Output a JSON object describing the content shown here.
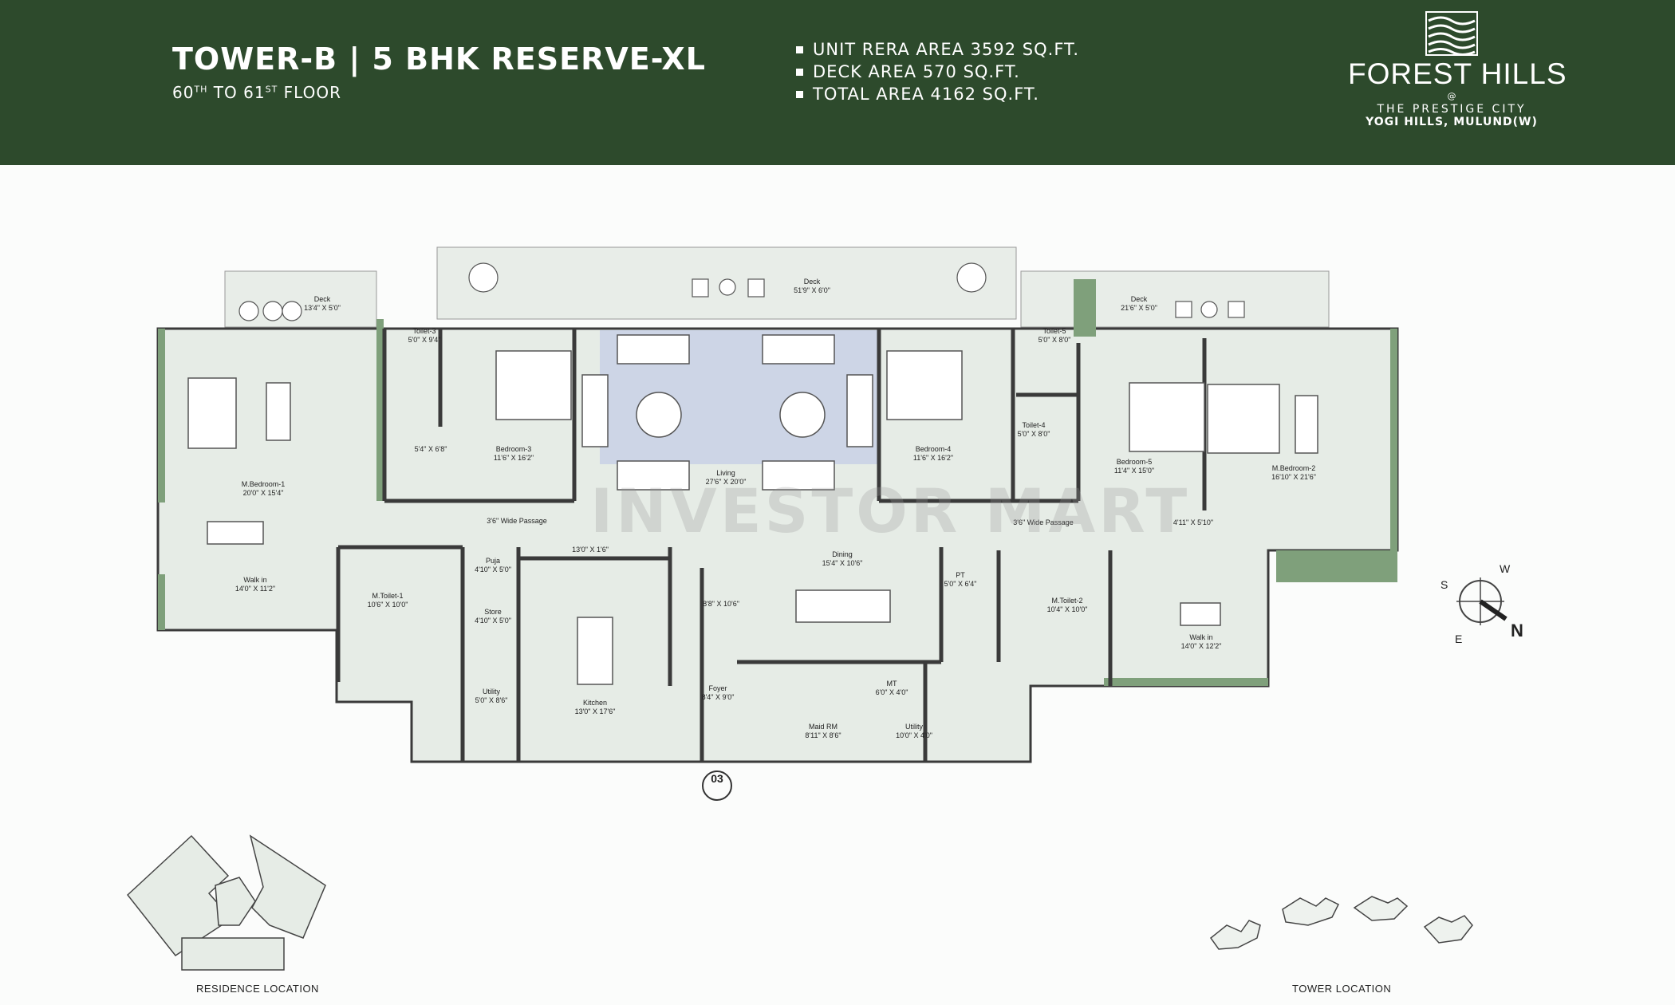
{
  "header": {
    "title": "TOWER-B | 5 BHK RESERVE-XL",
    "floor": {
      "from": "60",
      "from_sup": "TH",
      "to_word": " TO ",
      "to": "61",
      "to_sup": "ST",
      "suffix": " FLOOR"
    },
    "areas": [
      "UNIT RERA AREA 3592 SQ.FT.",
      "DECK AREA  570 SQ.FT.",
      "TOTAL AREA 4162 SQ.FT."
    ]
  },
  "logo": {
    "name": "FOREST HILLS",
    "at": "@",
    "sub": "THE PRESTIGE CITY",
    "location": "YOGI HILLS, MULUND(W)"
  },
  "colors": {
    "header_bg": "#2d4a2c",
    "room_fill": "#e5ebe5",
    "wall": "#3a3a3a",
    "wall_green": "#7fa07b",
    "living_rug": "#c9d2e6"
  },
  "rooms": [
    {
      "id": "deck-left",
      "name": "Deck",
      "dim": "13'4\" X 5'0\""
    },
    {
      "id": "deck-center",
      "name": "Deck",
      "dim": "51'9\" X 6'0\""
    },
    {
      "id": "deck-right",
      "name": "Deck",
      "dim": "21'6\" X 5'0\""
    },
    {
      "id": "toilet-3",
      "name": "Toilet-3",
      "dim": "5'0\" X 9'4\""
    },
    {
      "id": "closet-3",
      "name": "",
      "dim": "5'4\" X 6'8\""
    },
    {
      "id": "bedroom-3",
      "name": "Bedroom-3",
      "dim": "11'6\" X 16'2\""
    },
    {
      "id": "living",
      "name": "Living",
      "dim": "27'6\" X 20'0\""
    },
    {
      "id": "bedroom-4",
      "name": "Bedroom-4",
      "dim": "11'6\" X 16'2\""
    },
    {
      "id": "toilet-5",
      "name": "Toilet-5",
      "dim": "5'0\" X 8'0\""
    },
    {
      "id": "toilet-4",
      "name": "Toilet-4",
      "dim": "5'0\" X 8'0\""
    },
    {
      "id": "bedroom-5",
      "name": "Bedroom-5",
      "dim": "11'4\" X 15'0\""
    },
    {
      "id": "mbedroom-2",
      "name": "M.Bedroom-2",
      "dim": "16'10\" X 21'6\""
    },
    {
      "id": "mbedroom-1",
      "name": "M.Bedroom-1",
      "dim": "20'0\" X 15'4\""
    },
    {
      "id": "passage-left",
      "name": "3'6\" Wide Passage",
      "dim": ""
    },
    {
      "id": "passage-right",
      "name": "3'6\" Wide Passage",
      "dim": ""
    },
    {
      "id": "passage-dim",
      "name": "",
      "dim": "4'11\" X 5'10\""
    },
    {
      "id": "walkin-1",
      "name": "Walk in",
      "dim": "14'0\" X 11'2\""
    },
    {
      "id": "mtoilet-1",
      "name": "M.Toilet-1",
      "dim": "10'6\" X 10'0\""
    },
    {
      "id": "puja",
      "name": "Puja",
      "dim": "4'10\" X 5'0\""
    },
    {
      "id": "store",
      "name": "Store",
      "dim": "4'10\" X 5'0\""
    },
    {
      "id": "counter",
      "name": "",
      "dim": "13'0\" X 1'6\""
    },
    {
      "id": "lobby",
      "name": "",
      "dim": "8'8\" X 10'6\""
    },
    {
      "id": "dining",
      "name": "Dining",
      "dim": "15'4\" X 10'6\""
    },
    {
      "id": "pt",
      "name": "PT",
      "dim": "5'0\" X 6'4\""
    },
    {
      "id": "mtoilet-2",
      "name": "M.Toilet-2",
      "dim": "10'4\" X 10'0\""
    },
    {
      "id": "walkin-2",
      "name": "Walk in",
      "dim": "14'0\" X 12'2\""
    },
    {
      "id": "utility-1",
      "name": "Utility",
      "dim": "5'0\" X 8'6\""
    },
    {
      "id": "kitchen",
      "name": "Kitchen",
      "dim": "13'0\" X 17'6\""
    },
    {
      "id": "foyer",
      "name": "Foyer",
      "dim": "8'4\" X 9'0\""
    },
    {
      "id": "mt",
      "name": "MT",
      "dim": "6'0\" X 4'0\""
    },
    {
      "id": "maid-rm",
      "name": "Maid RM",
      "dim": "8'11\" X 8'6\""
    },
    {
      "id": "utility-2",
      "name": "Utility",
      "dim": "10'0\" X 4'0\""
    }
  ],
  "entry_marker": "03",
  "watermark": "INVESTOR MART",
  "compass": {
    "w": "W",
    "s": "S",
    "e": "E",
    "n": "N"
  },
  "footer": {
    "residence_location": "RESIDENCE LOCATION",
    "tower_location": "TOWER LOCATION"
  }
}
